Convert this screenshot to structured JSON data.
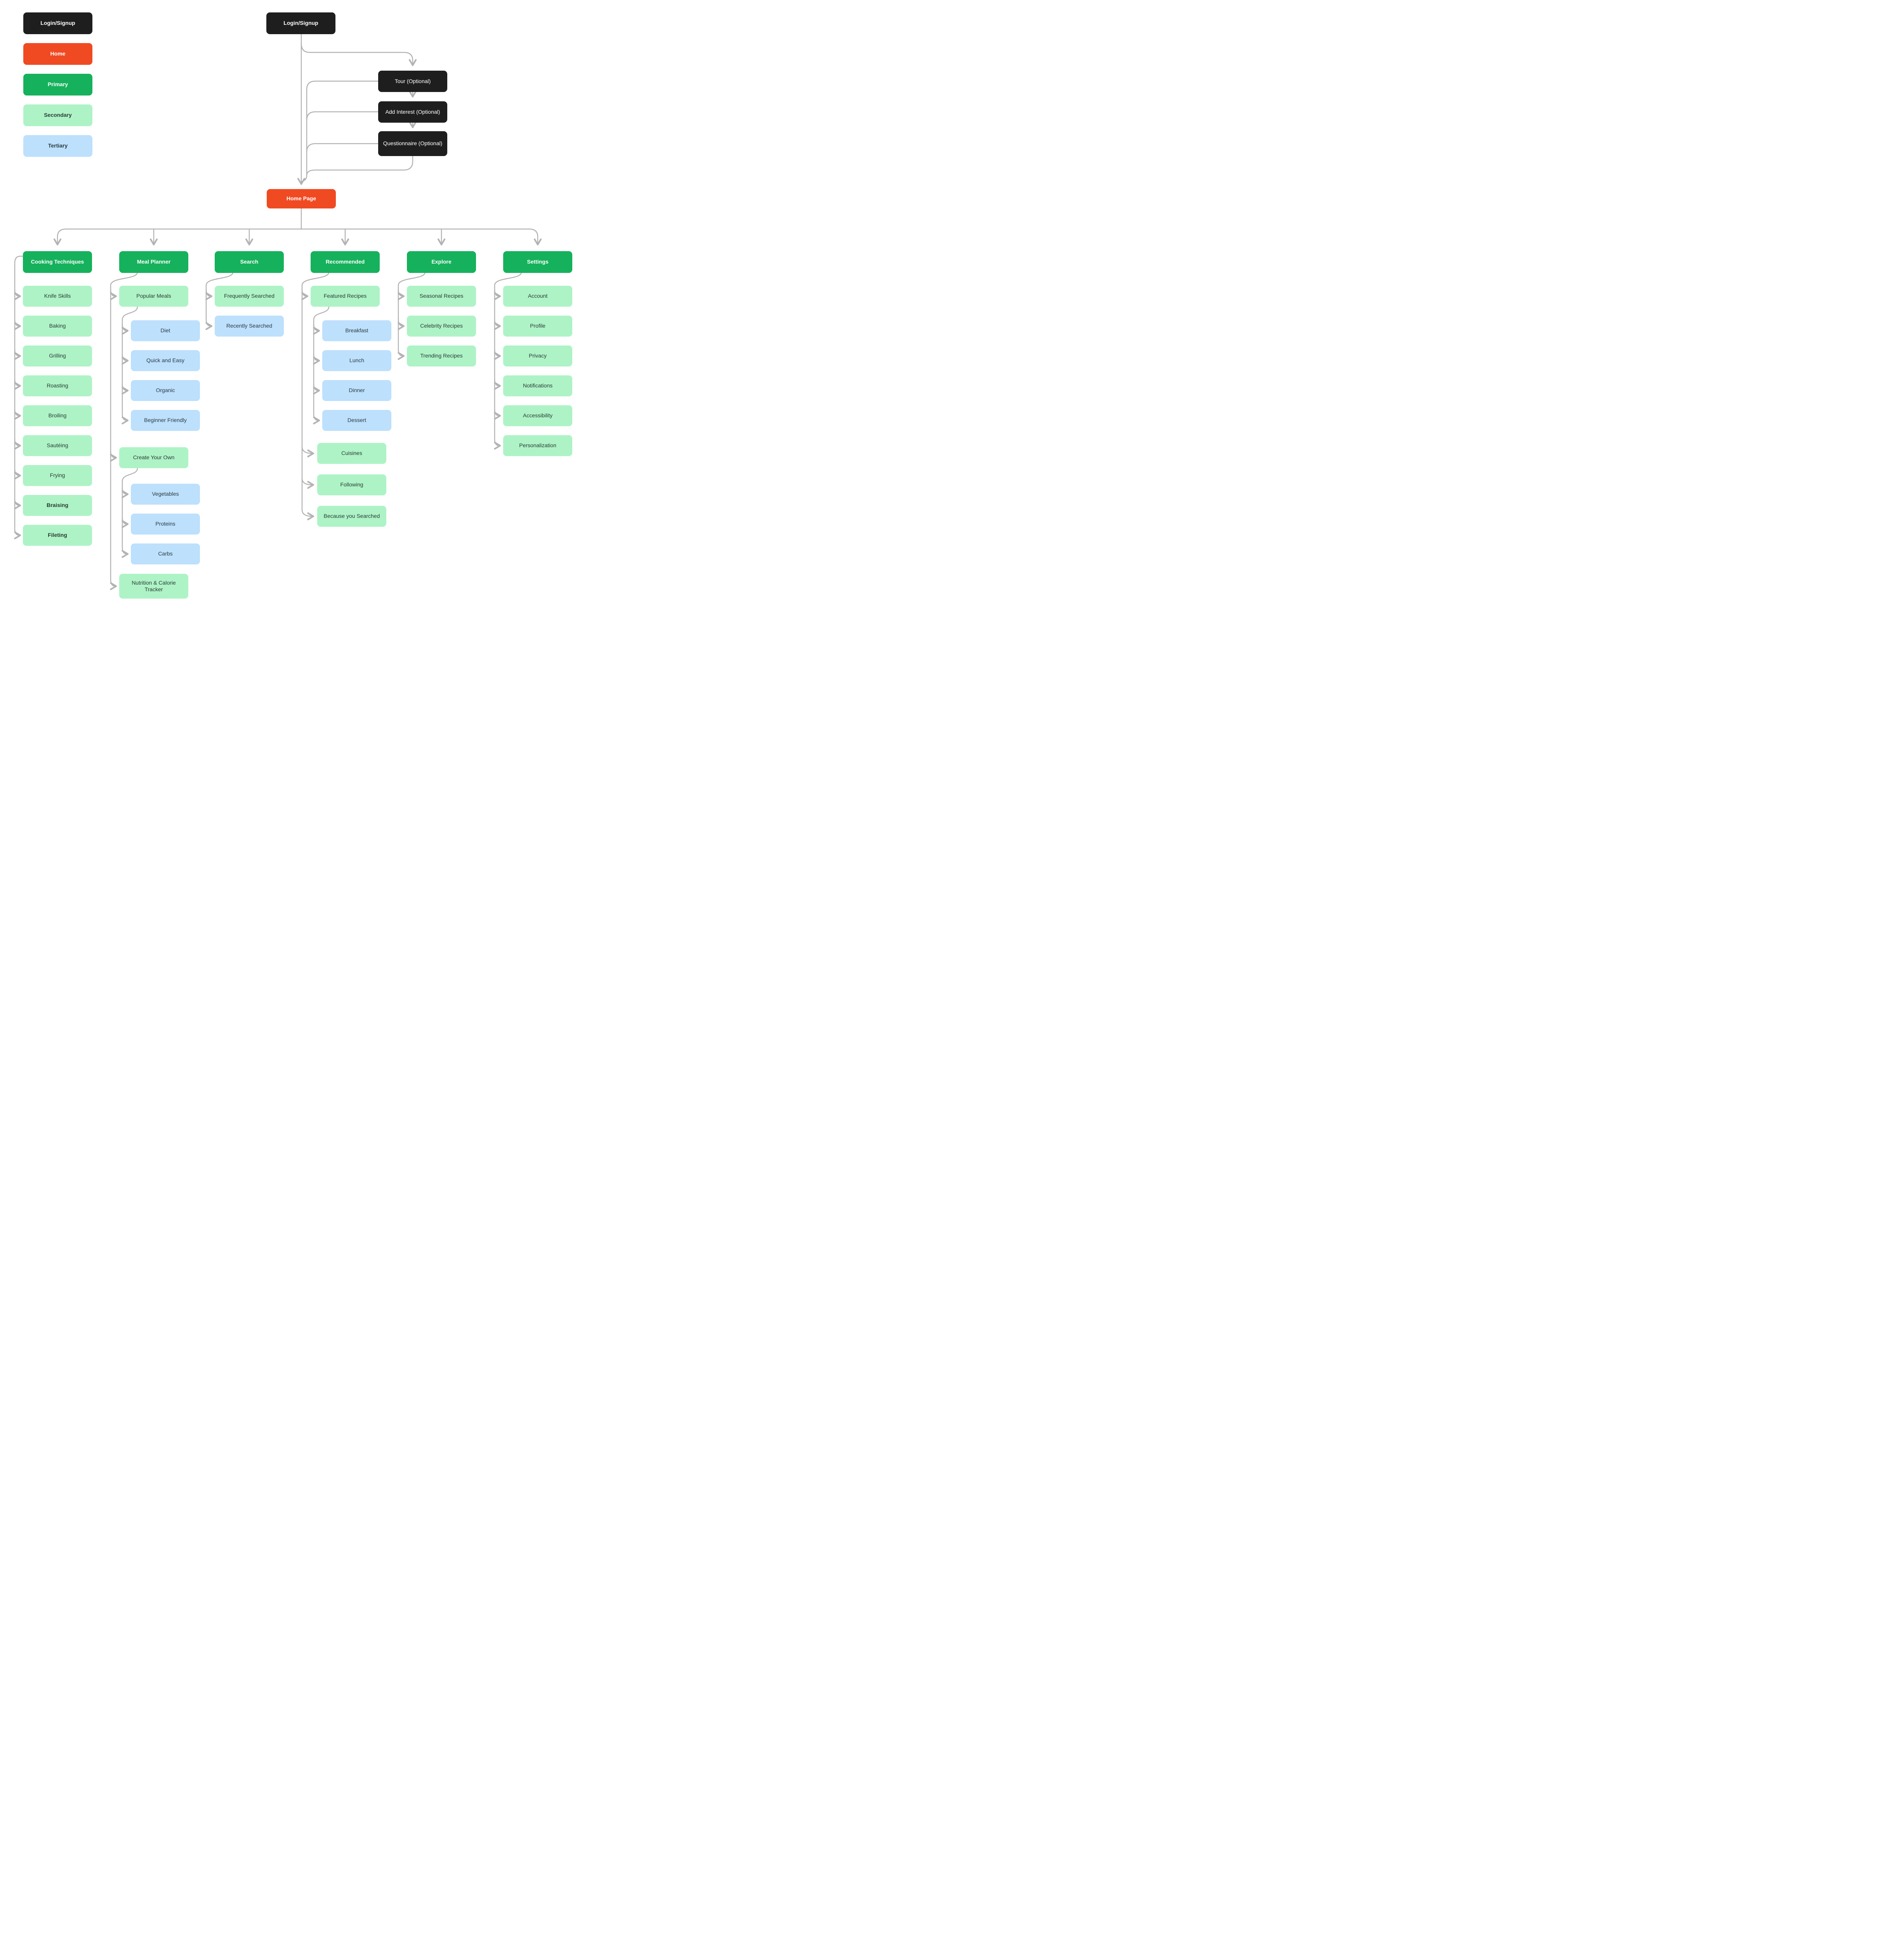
{
  "meta": {
    "title": "Recipe App Sitemap Flow Diagram",
    "colors": {
      "dark": "#1e1e1e",
      "home": "#f04a23",
      "primary": "#16b15c",
      "secondary": "#aef3c6",
      "tertiary": "#bde0fc",
      "connector": "#b3b3b3",
      "text_on_light": "#2a3b34"
    }
  },
  "legend": {
    "items": [
      {
        "label": "Login/Signup",
        "role": "dark"
      },
      {
        "label": "Home",
        "role": "home"
      },
      {
        "label": "Primary",
        "role": "primary"
      },
      {
        "label": "Secondary",
        "role": "secondary"
      },
      {
        "label": "Tertiary",
        "role": "tertiary"
      }
    ]
  },
  "onboarding": {
    "login_signup": "Login/Signup",
    "tour": "Tour (Optional)",
    "add_interest": "Add Interest (Optional)",
    "questionnaire": "Questionnaire (Optional)",
    "home_page": "Home Page"
  },
  "sections": [
    {
      "label": "Cooking Techniques",
      "children": [
        {
          "label": "Knife Skills"
        },
        {
          "label": "Baking"
        },
        {
          "label": "Grilling"
        },
        {
          "label": "Roasting"
        },
        {
          "label": "Broiling"
        },
        {
          "label": "Sautéing"
        },
        {
          "label": "Frying"
        },
        {
          "label": "Braising"
        },
        {
          "label": "Fileting"
        }
      ]
    },
    {
      "label": "Meal Planner",
      "children": [
        {
          "label": "Popular Meals"
        },
        {
          "label": "Diet"
        },
        {
          "label": "Quick and Easy"
        },
        {
          "label": "Organic"
        },
        {
          "label": "Beginner Friendly"
        },
        {
          "label": "Create Your Own"
        },
        {
          "label": "Vegetables"
        },
        {
          "label": "Proteins"
        },
        {
          "label": "Carbs"
        },
        {
          "label": "Nutrition & Calorie Tracker"
        }
      ]
    },
    {
      "label": "Search",
      "children": [
        {
          "label": "Frequently Searched"
        },
        {
          "label": "Recently Searched"
        }
      ]
    },
    {
      "label": "Recommended",
      "children": [
        {
          "label": "Featured Recipes"
        },
        {
          "label": "Breakfast"
        },
        {
          "label": "Lunch"
        },
        {
          "label": "Dinner"
        },
        {
          "label": "Dessert"
        },
        {
          "label": "Cuisines"
        },
        {
          "label": "Following"
        },
        {
          "label": "Because you Searched"
        }
      ]
    },
    {
      "label": "Explore",
      "children": [
        {
          "label": "Seasonal Recipes"
        },
        {
          "label": "Celebrity Recipes"
        },
        {
          "label": "Trending Recipes"
        }
      ]
    },
    {
      "label": "Settings",
      "children": [
        {
          "label": "Account"
        },
        {
          "label": "Profile"
        },
        {
          "label": "Privacy"
        },
        {
          "label": "Notifications"
        },
        {
          "label": "Accessibility"
        },
        {
          "label": "Personalization"
        }
      ]
    }
  ]
}
